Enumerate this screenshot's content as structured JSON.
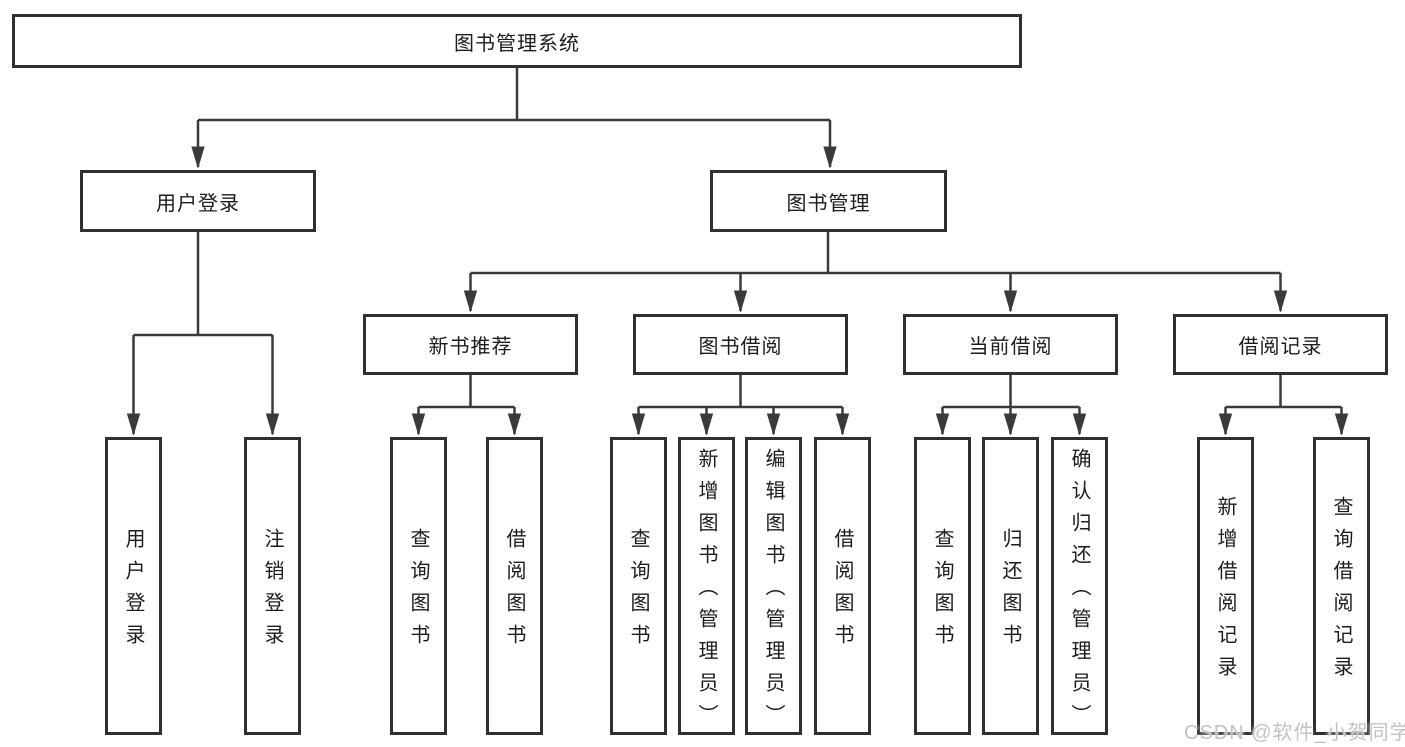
{
  "diagram": {
    "title": "图书管理系统",
    "watermark": "CSDN @软件_小贺同学",
    "colors": {
      "line": "#3a3a3a",
      "box_border": "#303030",
      "text": "#1c1c1c",
      "watermark": "#bfc3c8",
      "background": "#ffffff"
    },
    "nodes": {
      "root": {
        "label": "图书管理系统"
      },
      "user_login": {
        "label": "用户登录"
      },
      "book_mgmt": {
        "label": "图书管理"
      },
      "new_book_rec": {
        "label": "新书推荐"
      },
      "book_borrow": {
        "label": "图书借阅"
      },
      "current_borrow": {
        "label": "当前借阅"
      },
      "borrow_record": {
        "label": "借阅记录"
      },
      "login_leaf": {
        "label": "用户登录"
      },
      "logout_leaf": {
        "label": "注销登录"
      },
      "rec_query": {
        "label": "查询图书"
      },
      "rec_borrow": {
        "label": "借阅图书"
      },
      "bb_query": {
        "label": "查询图书"
      },
      "bb_add": {
        "label": "新增图书（管理员）"
      },
      "bb_edit": {
        "label": "编辑图书（管理员）"
      },
      "bb_borrow": {
        "label": "借阅图书"
      },
      "cb_query": {
        "label": "查询图书"
      },
      "cb_return": {
        "label": "归还图书"
      },
      "cb_confirm": {
        "label": "确认归还（管理员）"
      },
      "br_add": {
        "label": "新增借阅记录"
      },
      "br_query": {
        "label": "查询借阅记录"
      }
    },
    "edges": [
      {
        "from": "图书管理系统",
        "to": [
          "用户登录",
          "图书管理"
        ]
      },
      {
        "from": "用户登录",
        "to": [
          "用户登录",
          "注销登录"
        ]
      },
      {
        "from": "图书管理",
        "to": [
          "新书推荐",
          "图书借阅",
          "当前借阅",
          "借阅记录"
        ]
      },
      {
        "from": "新书推荐",
        "to": [
          "查询图书",
          "借阅图书"
        ]
      },
      {
        "from": "图书借阅",
        "to": [
          "查询图书",
          "新增图书（管理员）",
          "编辑图书（管理员）",
          "借阅图书"
        ]
      },
      {
        "from": "当前借阅",
        "to": [
          "查询图书",
          "归还图书",
          "确认归还（管理员）"
        ]
      },
      {
        "from": "借阅记录",
        "to": [
          "新增借阅记录",
          "查询借阅记录"
        ]
      }
    ]
  }
}
